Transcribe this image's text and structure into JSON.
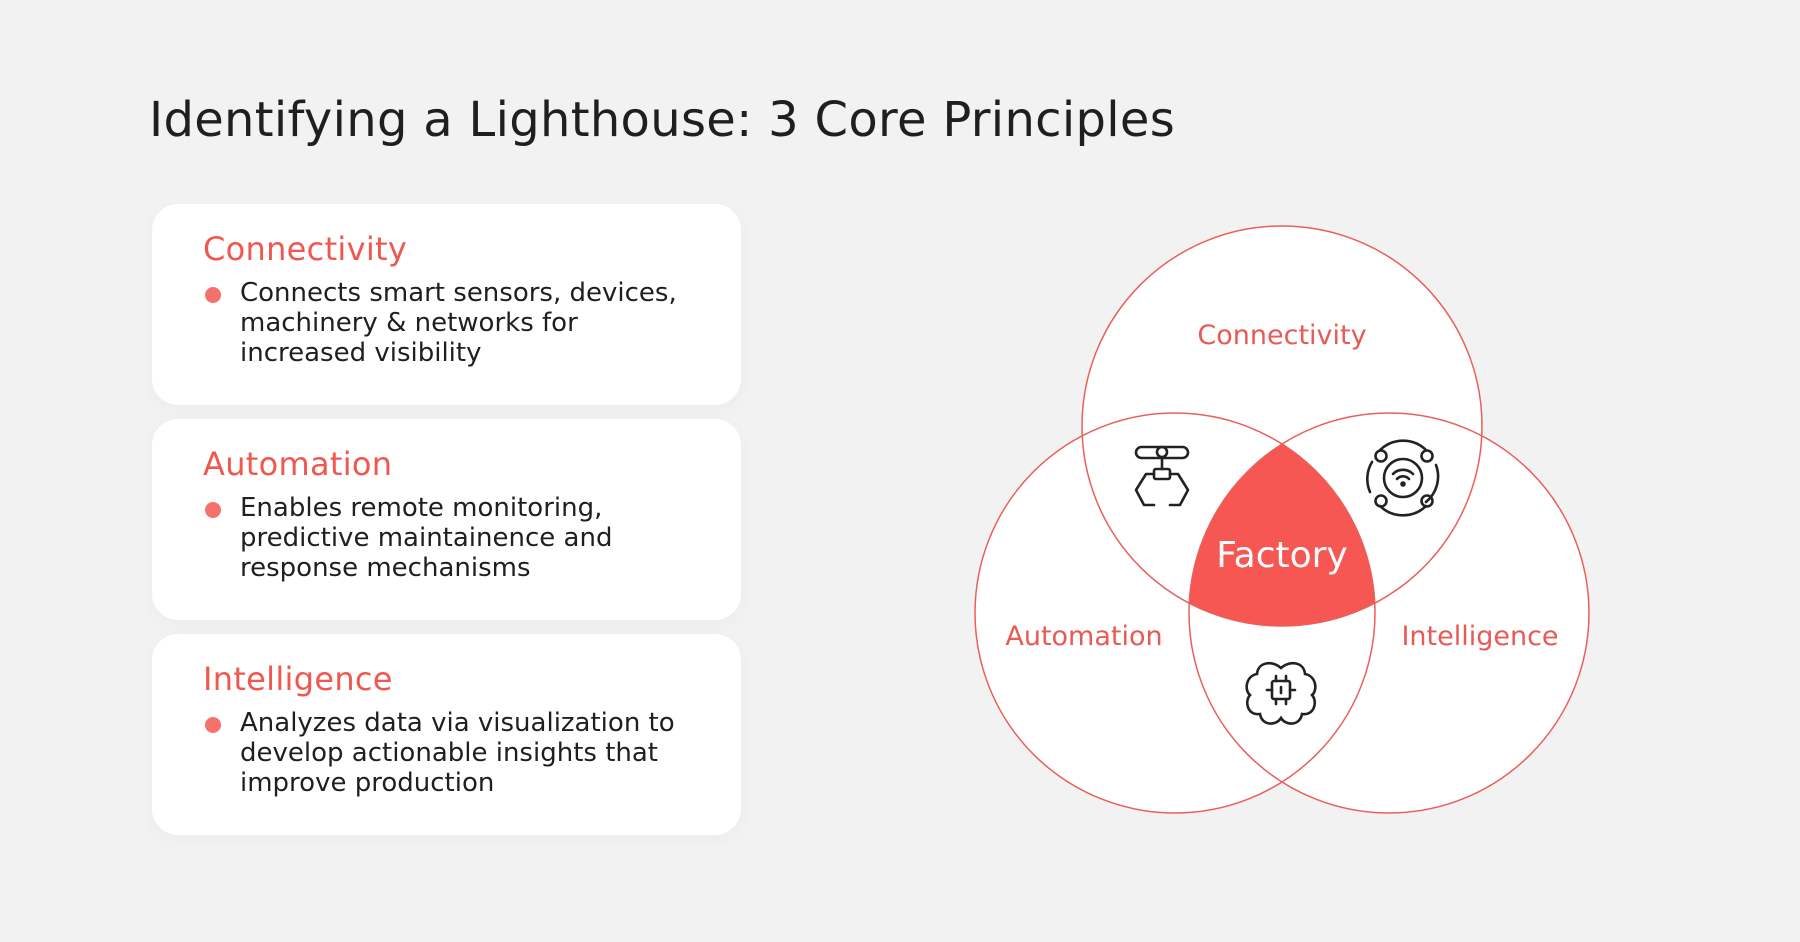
{
  "title": "Identifying a Lighthouse: 3 Core Principles",
  "cards": [
    {
      "heading": "Connectivity",
      "text": "Connects smart sensors, devices, machinery & networks for increased visibility"
    },
    {
      "heading": "Automation",
      "text": "Enables remote monitoring, predictive maintainence and response mechanisms"
    },
    {
      "heading": "Intelligence",
      "text": "Analyzes data via visualization to develop actionable insights that improve production"
    }
  ],
  "venn": {
    "top_label": "Connectivity",
    "left_label": "Automation",
    "right_label": "Intelligence",
    "center_label": "Factory",
    "icons": [
      "robotic-arm-icon",
      "wireless-network-icon",
      "brain-chip-icon"
    ]
  },
  "colors": {
    "accent": "#f0584f",
    "center_fill": "#f65753",
    "background": "#f2f2f2"
  }
}
